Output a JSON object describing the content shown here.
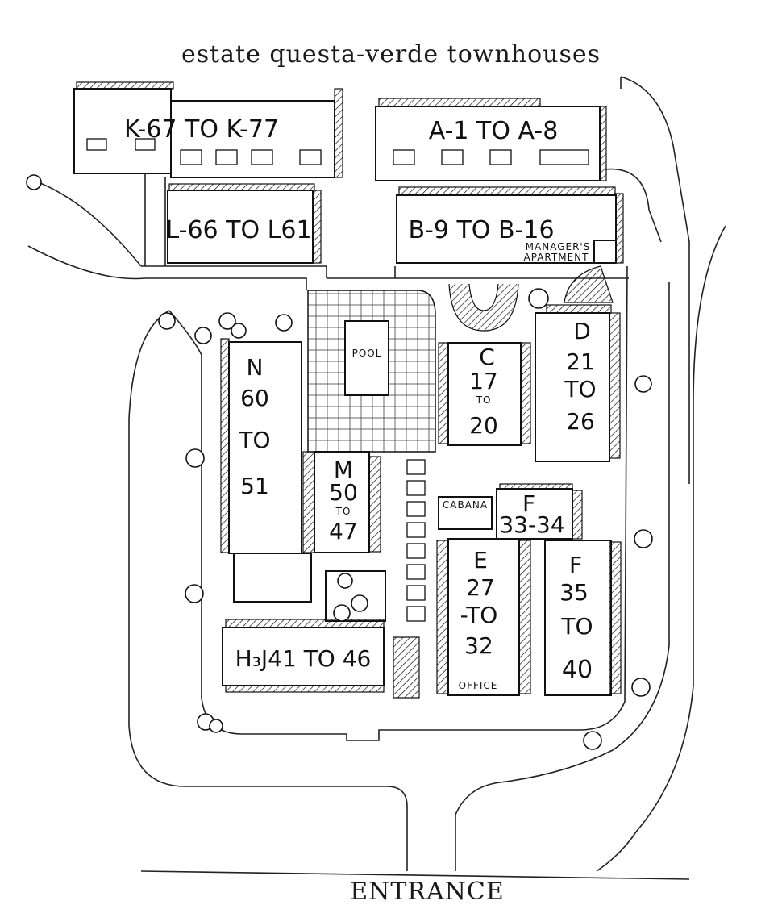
{
  "title": "estate questa-verde townhouses",
  "footer": {
    "entrance": "ENTRANCE"
  },
  "buildings": {
    "k": {
      "label": "K-67  TO  K-77"
    },
    "a": {
      "label": "A-1  TO  A-8"
    },
    "l": {
      "label": "L-66 TO L61"
    },
    "b": {
      "label": "B-9  TO  B-16"
    },
    "n": {
      "l1": "N",
      "l2": "60",
      "l3": "TO",
      "l4": "51"
    },
    "m": {
      "l1": "M",
      "l2": "50",
      "l3": "TO",
      "l4": "47"
    },
    "c": {
      "l1": "C",
      "l2": "17",
      "l3": "TO",
      "l4": "20"
    },
    "d": {
      "l1": "D",
      "l2": "21",
      "l3": "TO",
      "l4": "26"
    },
    "f1": {
      "l1": "F",
      "l2": "33-34"
    },
    "e": {
      "l1": "E",
      "l2": "27",
      "l3": "-TO",
      "l4": "32"
    },
    "f2": {
      "l1": "F",
      "l2": "35",
      "l3": "TO",
      "l4": "40"
    },
    "hj": {
      "label": "H₃J41 TO 46"
    }
  },
  "amenities": {
    "pool": "POOL",
    "cabana": "CABANA",
    "office": "OFFICE",
    "manager_line1": "MANAGER'S",
    "manager_line2": "APARTMENT"
  }
}
